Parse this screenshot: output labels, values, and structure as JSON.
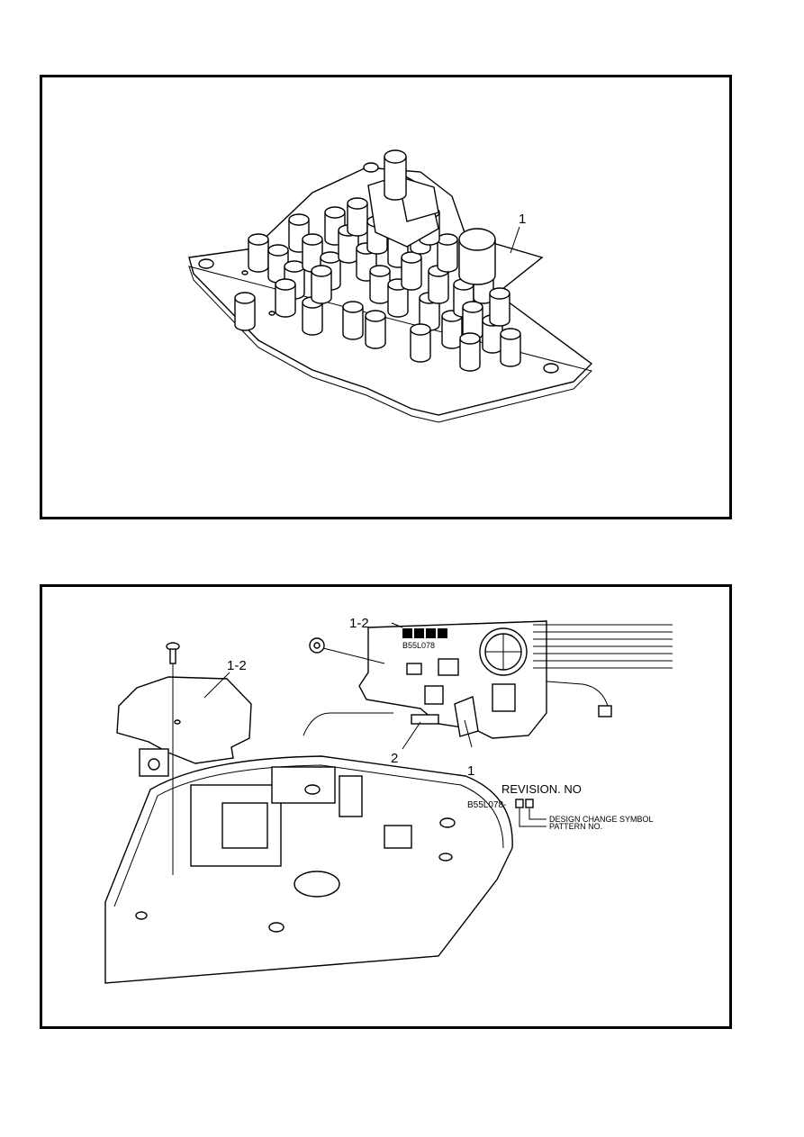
{
  "top_figure": {
    "callouts": [
      "1"
    ]
  },
  "bottom_figure": {
    "callouts": {
      "board_cover": "1-2",
      "board_label": "1-2",
      "part_2": "2",
      "part_1": "1"
    },
    "board_marking": "B55L078",
    "revision": {
      "title": "REVISION. NO",
      "code": "B55L078-",
      "line1": "DESIGN CHANGE SYMBOL",
      "line2": "PATTERN NO."
    }
  }
}
